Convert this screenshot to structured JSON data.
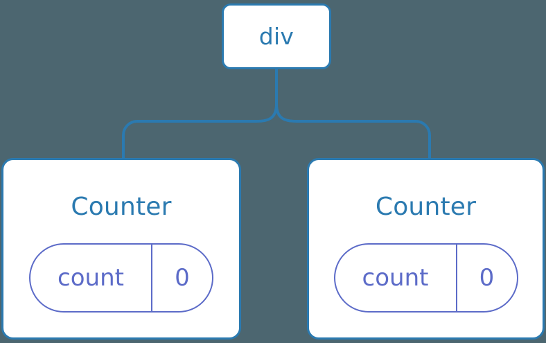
{
  "diagram": {
    "type": "component-tree",
    "background_color": "#4c6670",
    "node_border_color": "#2b7ab0",
    "node_fill_color": "#ffffff",
    "node_text_color": "#2b7ab0",
    "state_pill_color": "#5c6bc8",
    "connector_color": "#2b7ab0"
  },
  "root": {
    "label": "div"
  },
  "children": [
    {
      "title": "Counter",
      "state": {
        "key": "count",
        "value": "0"
      }
    },
    {
      "title": "Counter",
      "state": {
        "key": "count",
        "value": "0"
      }
    }
  ]
}
